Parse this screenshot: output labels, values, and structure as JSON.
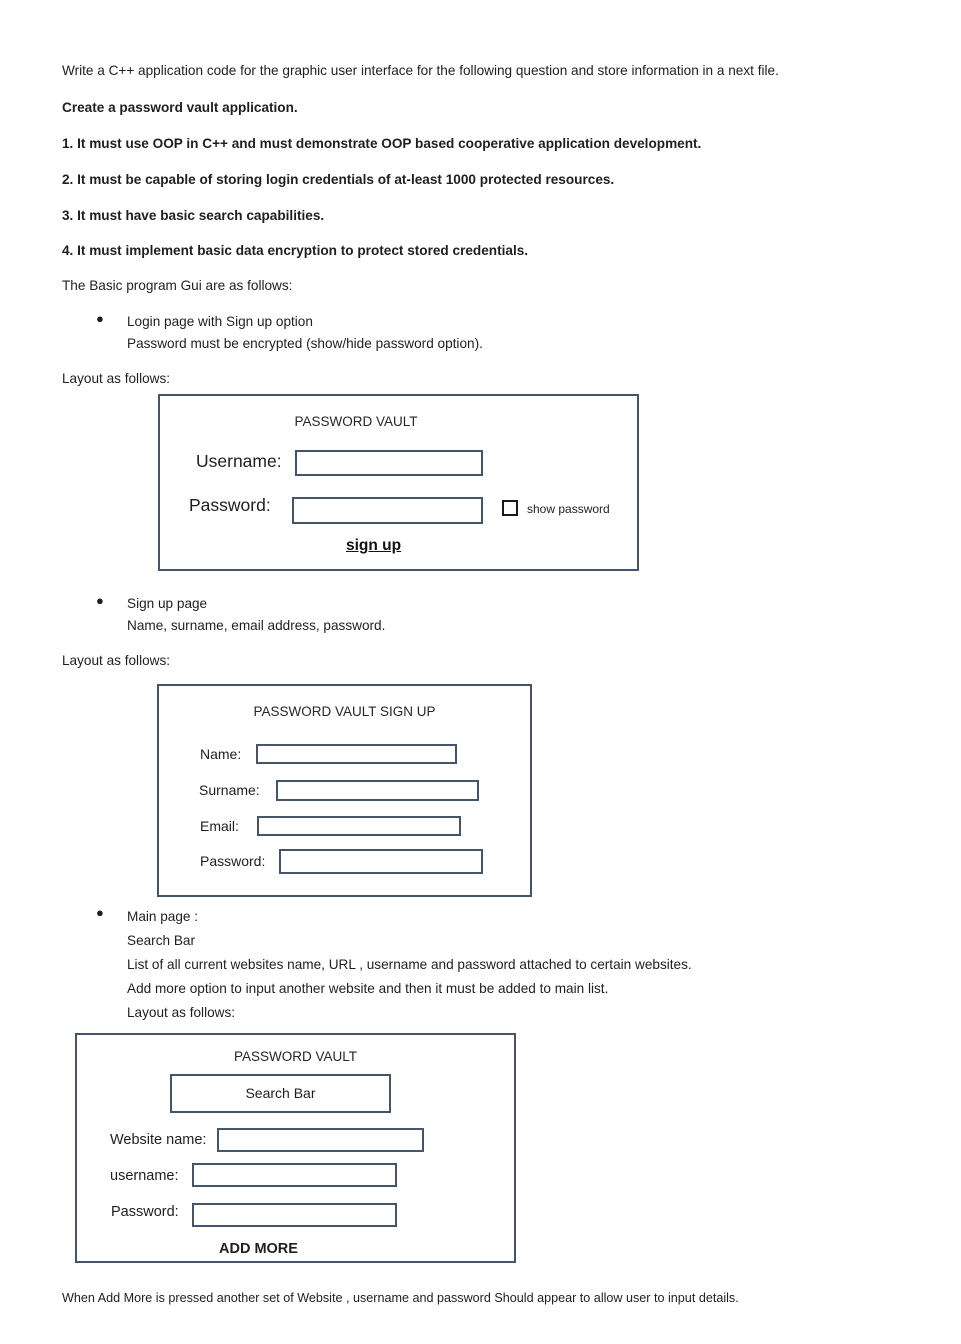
{
  "page": {
    "intro": "Write a C++ application code for the graphic user interface for the following question and store information in a next file.",
    "heading": "Create a password vault application.",
    "requirements": [
      "1. It must use OOP in C++ and must demonstrate OOP based cooperative application development.",
      "2. It must be capable of storing login credentials of at-least 1000 protected resources.",
      "3. It must have basic search capabilities.",
      "4. It must implement basic data encryption to protect stored credentials."
    ],
    "gui_intro": "The Basic program Gui are as follows:",
    "layout_label_1": "Layout as follows:",
    "layout_label_2": "Layout as follows:",
    "footer_note": "When Add More is pressed another set of Website , username and password Should appear to allow user to input details."
  },
  "bullets": {
    "login": {
      "line1": "Login page with Sign up option",
      "line2": "Password must be encrypted (show/hide password option)."
    },
    "signup": {
      "line1": "Sign up page",
      "line2": "Name, surname, email address, password."
    },
    "main": {
      "line1": "Main page :",
      "line2": "Search Bar",
      "line3": "List of all current websites name, URL , username and password attached to certain websites.",
      "line4": "Add more option to input another website and then it must be added to main list.",
      "line5": "Layout as follows:"
    }
  },
  "mockups": {
    "login": {
      "title": "PASSWORD VAULT",
      "username_label": "Username:",
      "password_label": "Password:",
      "show_password_label": "show password",
      "signup_link": "sign up"
    },
    "signup": {
      "title": "PASSWORD VAULT SIGN UP",
      "name_label": "Name:",
      "surname_label": "Surname:",
      "email_label": "Email:",
      "password_label": "Password:"
    },
    "main": {
      "title": "PASSWORD VAULT",
      "search_bar_label": "Search Bar",
      "website_label": "Website name:",
      "username_label": "username:",
      "password_label": "Password:",
      "add_more_label": "ADD MORE"
    }
  },
  "colors": {
    "frame_border": "#44546a",
    "text": "#1f1f1f",
    "checkbox_border": "#1a1a1a"
  }
}
